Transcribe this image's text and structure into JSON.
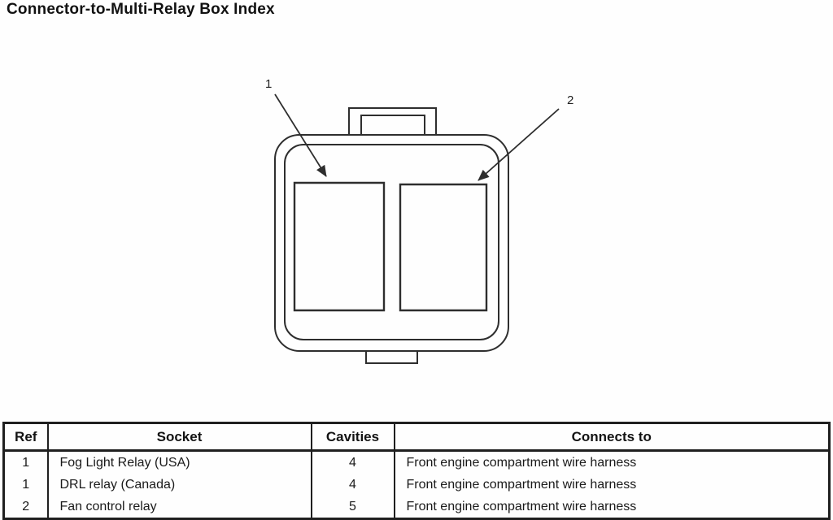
{
  "page": {
    "title": "Connector-to-Multi-Relay Box Index"
  },
  "diagram": {
    "callout_1": "1",
    "callout_2": "2",
    "line_color": "#2e2e2e"
  },
  "table": {
    "headers": [
      "Ref",
      "Socket",
      "Cavities",
      "Connects to"
    ],
    "rows": [
      {
        "ref": "1",
        "socket": "Fog Light Relay (USA)",
        "cavities": "4",
        "connects_to": "Front engine compartment wire harness"
      },
      {
        "ref": "1",
        "socket": "DRL relay (Canada)",
        "cavities": "4",
        "connects_to": "Front engine compartment wire harness"
      },
      {
        "ref": "2",
        "socket": "Fan control relay",
        "cavities": "5",
        "connects_to": "Front engine compartment wire harness"
      }
    ]
  }
}
